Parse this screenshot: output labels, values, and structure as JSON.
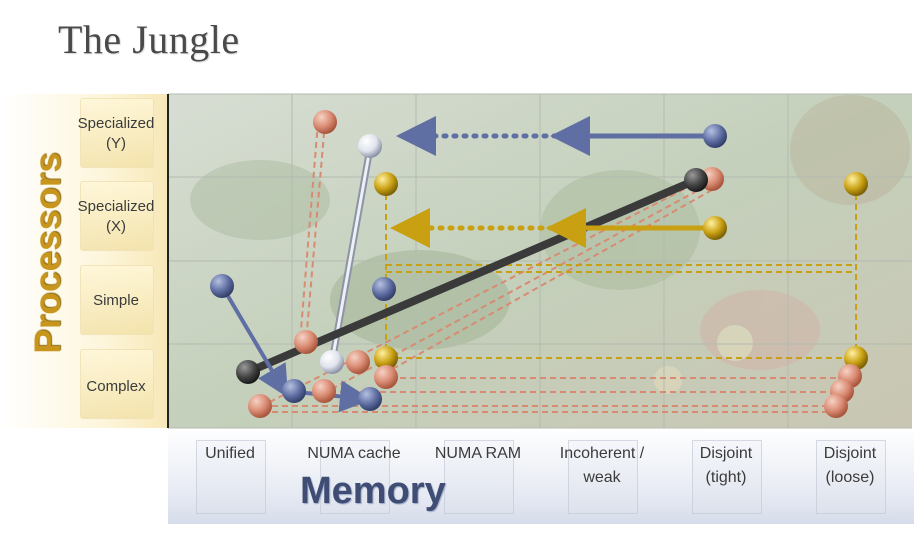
{
  "title": "The Jungle",
  "processors": {
    "axis_label": "Processors",
    "rows": [
      {
        "label": "Specialized\n(Y)"
      },
      {
        "label": "Specialized\n(X)"
      },
      {
        "label": "Simple"
      },
      {
        "label": "Complex"
      }
    ]
  },
  "memory": {
    "axis_label": "Memory",
    "columns": [
      {
        "label": "Unified"
      },
      {
        "label": "NUMA cache"
      },
      {
        "label": "NUMA RAM"
      },
      {
        "label": "Incoherent /\nweak"
      },
      {
        "label": "Disjoint\n(tight)"
      },
      {
        "label": "Disjoint\n(loose)"
      }
    ]
  },
  "colors": {
    "salmon_ball": "#d98a72",
    "blue_ball": "#5f6fa3",
    "gold_ball": "#c9a012",
    "silver_ball": "#dfe3ec",
    "dark_ball": "#444444",
    "arrow_blue": "#5f6fa3",
    "arrow_gold": "#c9a012",
    "dash_salmon": "#d98a72",
    "dash_gold": "#c9a012"
  },
  "icons": [
    "ball-marker",
    "dashed-link",
    "solid-arrow",
    "dotted-arrow",
    "rod-connector"
  ]
}
